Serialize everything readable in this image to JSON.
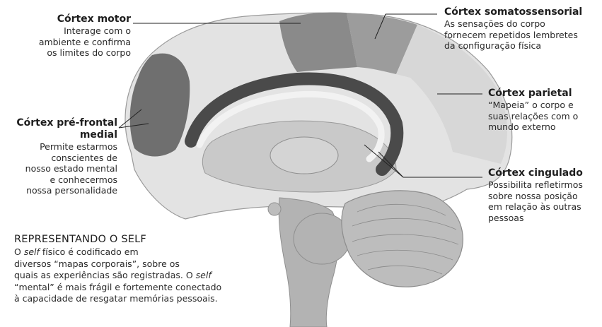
{
  "labels": {
    "motor": {
      "title": "Córtex motor",
      "lines": [
        "Interage com o",
        "ambiente e confirma",
        "os limites do corpo"
      ]
    },
    "somato": {
      "title": "Córtex somatossensorial",
      "lines": [
        "As sensações do corpo",
        "fornecem repetidos lembretes",
        "da configuração física"
      ]
    },
    "parietal": {
      "title": "Córtex parietal",
      "lines": [
        "“Mapeia” o corpo e",
        "suas relações com o",
        "mundo externo"
      ]
    },
    "prefrontal": {
      "title_line1": "Córtex pré-frontal",
      "title_line2": "medial",
      "lines": [
        "Permite estarmos",
        "conscientes de",
        "nosso estado mental",
        "e conhecermos",
        "nossa personalidade"
      ]
    },
    "cingulate": {
      "title": "Córtex cingulado",
      "lines": [
        "Possibilita refletirmos",
        "sobre nossa posição",
        "em relação às outras",
        "pessoas"
      ]
    }
  },
  "caption": {
    "title": "REPRESENTANDO O SELF",
    "line1_pre": "O ",
    "line1_em": "self",
    "line1_post": " físico é codificado em",
    "line2": "diversos “mapas corporais”, sobre os",
    "line3_pre": "quais as experiências são registradas. O ",
    "line3_em": "self",
    "line4": "“mental” é mais frágil e fortemente conectado",
    "line5": "à capacidade de resgatar memórias pessoais."
  },
  "colors": {
    "cortex_light": "#e3e3e3",
    "motor_region": "#8a8a8a",
    "somato_region": "#9c9c9c",
    "prefrontal_region": "#6f6f6f",
    "cingulate_region": "#4a4a4a",
    "parietal_region": "#d7d7d7",
    "inner_tissue": "#c9c9c9",
    "cerebellum": "#bdbdbd",
    "brainstem": "#b3b3b3"
  }
}
